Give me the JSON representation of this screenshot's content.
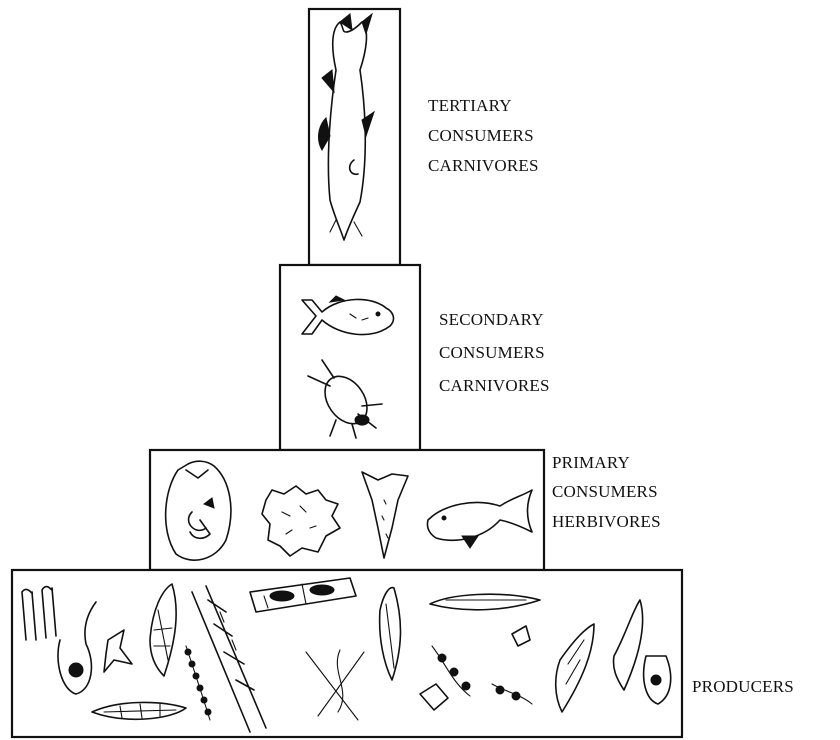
{
  "levels": [
    {
      "id": "tertiary",
      "lines": [
        "TERTIARY",
        "CONSUMERS",
        "CARNIVORES"
      ]
    },
    {
      "id": "secondary",
      "lines": [
        "SECONDARY",
        "CONSUMERS",
        "CARNIVORES"
      ]
    },
    {
      "id": "primary",
      "lines": [
        "PRIMARY",
        "CONSUMERS",
        "HERBIVORES"
      ]
    },
    {
      "id": "producers",
      "lines": [
        "PRODUCERS"
      ]
    }
  ],
  "icons": {
    "tertiary": [
      "large-fish-icon"
    ],
    "secondary": [
      "small-fish-icon",
      "water-beetle-icon"
    ],
    "primary": [
      "rotifer-icon",
      "protozoan-icon",
      "larva-icon",
      "herbivore-fish-icon"
    ],
    "producers": [
      "phytoplankton-icon"
    ]
  },
  "colors": {
    "ink": "#111111",
    "background": "#ffffff"
  }
}
